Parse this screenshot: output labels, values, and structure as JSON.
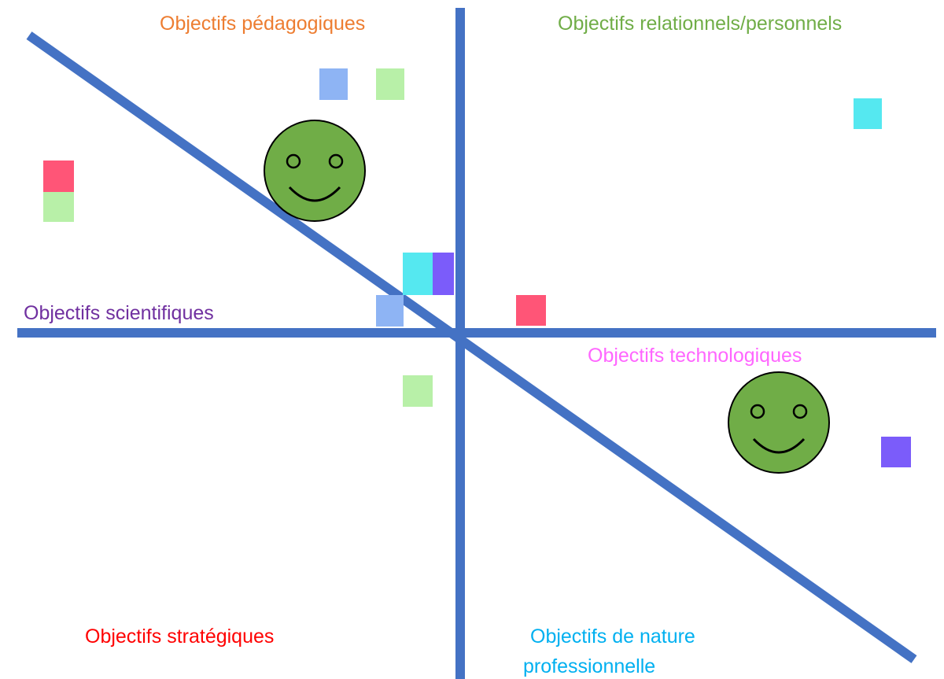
{
  "labels": {
    "pedagogiques": "Objectifs pédagogiques",
    "relationnels": "Objectifs relationnels/personnels",
    "scientifiques": "Objectifs scientifiques",
    "technologiques": "Objectifs technologiques",
    "strategiques": "Objectifs stratégiques",
    "professionnelle_line1": "Objectifs de nature",
    "professionnelle_line2": "professionnelle"
  },
  "colors": {
    "axis": "#4472c4",
    "pedagogiques": "#ed7d31",
    "relationnels": "#70ad47",
    "scientifiques": "#7030a0",
    "technologiques": "#ff66ff",
    "strategiques": "#ff0000",
    "professionnelle": "#00b0f0",
    "smiley_fill": "#70ad47",
    "square_blue": "#8eb4f4",
    "square_green": "#b8f0a8",
    "square_cyan": "#55e8f0",
    "square_purple": "#7b5cfa",
    "square_pink": "#ff5577"
  },
  "icons": [
    "smiley-face-icon",
    "smiley-face-icon"
  ]
}
